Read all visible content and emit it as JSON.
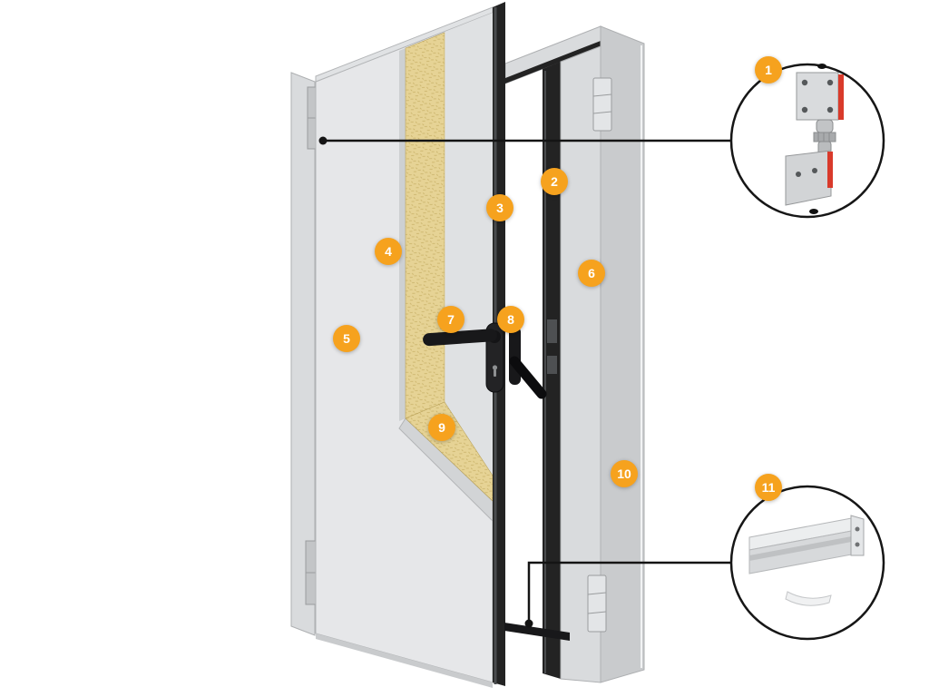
{
  "diagram": {
    "background": "#ffffff",
    "markers": [
      {
        "label": "1"
      },
      {
        "label": "2"
      },
      {
        "label": "3"
      },
      {
        "label": "4"
      },
      {
        "label": "5"
      },
      {
        "label": "6"
      },
      {
        "label": "7"
      },
      {
        "label": "8"
      },
      {
        "label": "9"
      },
      {
        "label": "10"
      },
      {
        "label": "11"
      }
    ],
    "insets": [
      {
        "name": "hinge-detail",
        "linked_marker": "1"
      },
      {
        "name": "bottom-profile-detail",
        "linked_marker": "11"
      }
    ],
    "colors": {
      "page_bg": "#ffffff",
      "marker_bg": "#f6a21e",
      "marker_text": "#ffffff",
      "callout_line": "#141414",
      "door_panel": "#e6e7e9",
      "inner_panel": "#dfe1e3",
      "frame": "#d9dbdd",
      "seal": "#232323",
      "insulation": "#e6d395",
      "hinge_red": "#d93a2b"
    }
  }
}
